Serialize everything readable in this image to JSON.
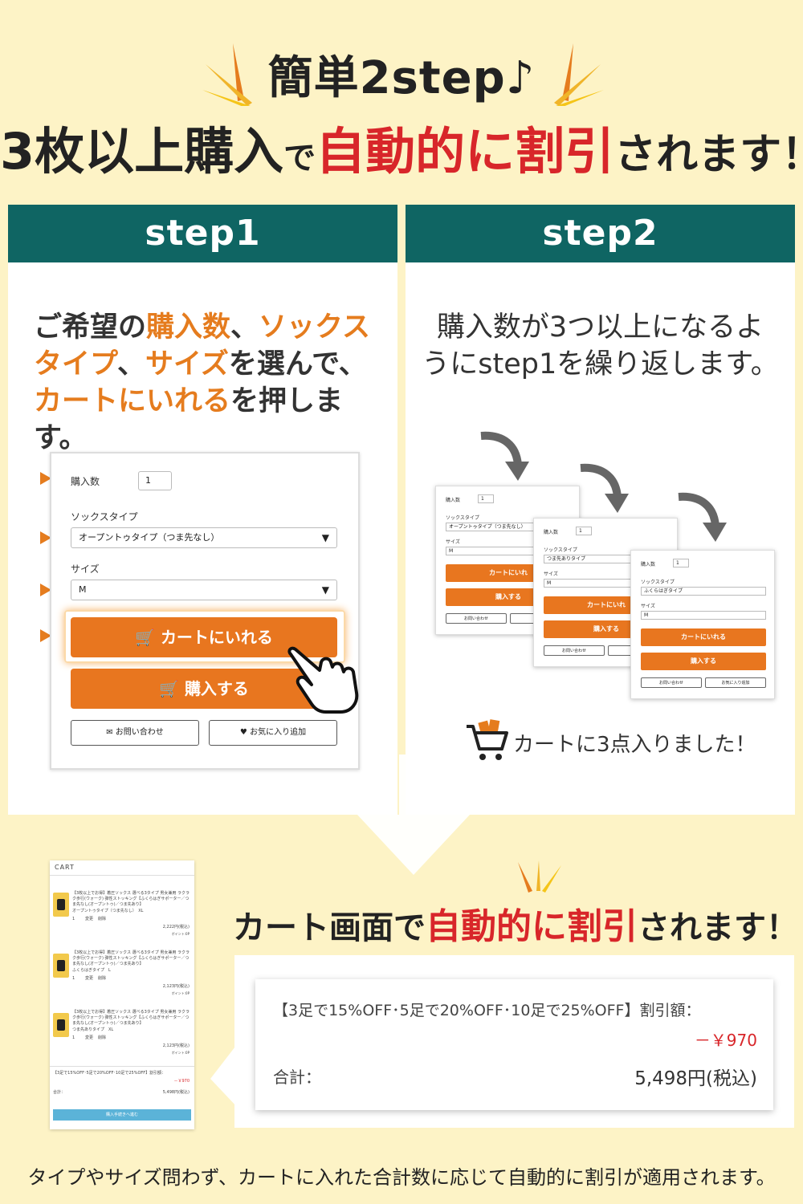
{
  "header": {
    "line1": "簡単2step♪",
    "line2_a": "3枚以上購入",
    "line2_b": "で",
    "line2_c": "自動的に割引",
    "line2_d": "されます！"
  },
  "colors": {
    "teal": "#0f6563",
    "orange": "#e57c1e",
    "red": "#d8262a",
    "cream": "#fdf3c6"
  },
  "step1": {
    "title": "step1",
    "desc": {
      "p1": "ご希望の",
      "p2": "購入数",
      "p3": "、",
      "p4": "ソックス",
      "p5": "タイプ",
      "p6": "、",
      "p7": "サイズ",
      "p8": "を選んで、",
      "p9": "カートにいれる",
      "p10": "を押します。"
    },
    "form": {
      "qty_label": "購入数",
      "qty_value": "1",
      "type_label": "ソックスタイプ",
      "type_value": "オープントゥタイプ（つま先なし）",
      "size_label": "サイズ",
      "size_value": "M",
      "cart_button": "カートにいれる",
      "buy_button": "購入する",
      "inquiry_button": "お問い合わせ",
      "favorite_button": "お気に入り追加"
    }
  },
  "step2": {
    "title": "step2",
    "desc_line1": "購入数が3つ以上になるよ",
    "desc_line2": "うにstep1を繰り返します。",
    "minis": [
      {
        "qty_label": "購入数",
        "qty": "1",
        "type_label": "ソックスタイプ",
        "type": "オープントゥタイプ（つま先なし）",
        "size_label": "サイズ",
        "size": "M",
        "cart": "カートにいれ",
        "buy": "購入する",
        "inq": "お問い合わせ",
        "fav": "お"
      },
      {
        "qty_label": "購入数",
        "qty": "1",
        "type_label": "ソックスタイプ",
        "type": "つま先ありタイプ",
        "size_label": "サイズ",
        "size": "M",
        "cart": "カートにいれ",
        "buy": "購入する",
        "inq": "お問い合わせ",
        "fav": "お"
      },
      {
        "qty_label": "購入数",
        "qty": "1",
        "type_label": "ソックスタイプ",
        "type": "ふくらはぎタイプ",
        "size_label": "サイズ",
        "size": "M",
        "cart": "カートにいれる",
        "buy": "購入する",
        "inq": "お問い合わせ",
        "fav": "お気に入り追加"
      }
    ],
    "result": "カートに3点入りました！"
  },
  "cart_screen": {
    "title": "CART",
    "items": [
      {
        "name": "【3枚以上でお得】着圧ソックス 選べる3タイプ 男女兼用 ラクラク歩行(ウォーク) 弾性ストッキング【ふくらはぎサポーター／つま先なし(オープントゥ)／つま先あり】",
        "variant": "オープントゥタイプ（つま先なし）　XL",
        "qty": "1",
        "change": "変更",
        "delete": "削除",
        "price": "2,222円(税込)",
        "point": "ポイント:0P"
      },
      {
        "name": "【3枚以上でお得】着圧ソックス 選べる3タイプ 男女兼用 ラクラク歩行(ウォーク) 弾性ストッキング【ふくらはぎサポーター／つま先なし(オープントゥ)／つま先あり】",
        "variant": "ふくらはぎタイプ　L",
        "qty": "1",
        "change": "変更",
        "delete": "削除",
        "price": "2,123円(税込)",
        "point": "ポイント:0P"
      },
      {
        "name": "【3枚以上でお得】着圧ソックス 選べる3タイプ 男女兼用 ラクラク歩行(ウォーク) 弾性ストッキング【ふくらはぎサポーター／つま先なし(オープントゥ)／つま先あり】",
        "variant": "つま先ありタイプ　XL",
        "qty": "1",
        "change": "変更",
        "delete": "削除",
        "price": "2,123円(税込)",
        "point": "ポイント:0P"
      }
    ],
    "discount_label": "【3足で15%OFF･5足で20%OFF･10足で25%OFF】割引額：",
    "discount_value": "－￥970",
    "total_label": "合計：",
    "total_value": "5,498円(税込)",
    "checkout": "購入手続きへ進む"
  },
  "summary": {
    "title_a": "カート画面で",
    "title_b": "自動的に割引",
    "title_c": "されます！",
    "discount_label": "【3足で15%OFF･5足で20%OFF･10足で25%OFF】割引額：",
    "discount_value": "－￥970",
    "total_label": "合計：",
    "total_value": "5,498円(税込)"
  },
  "footer": "タイプやサイズ問わず、カートに入れた合計数に応じて自動的に割引が適用されます。"
}
